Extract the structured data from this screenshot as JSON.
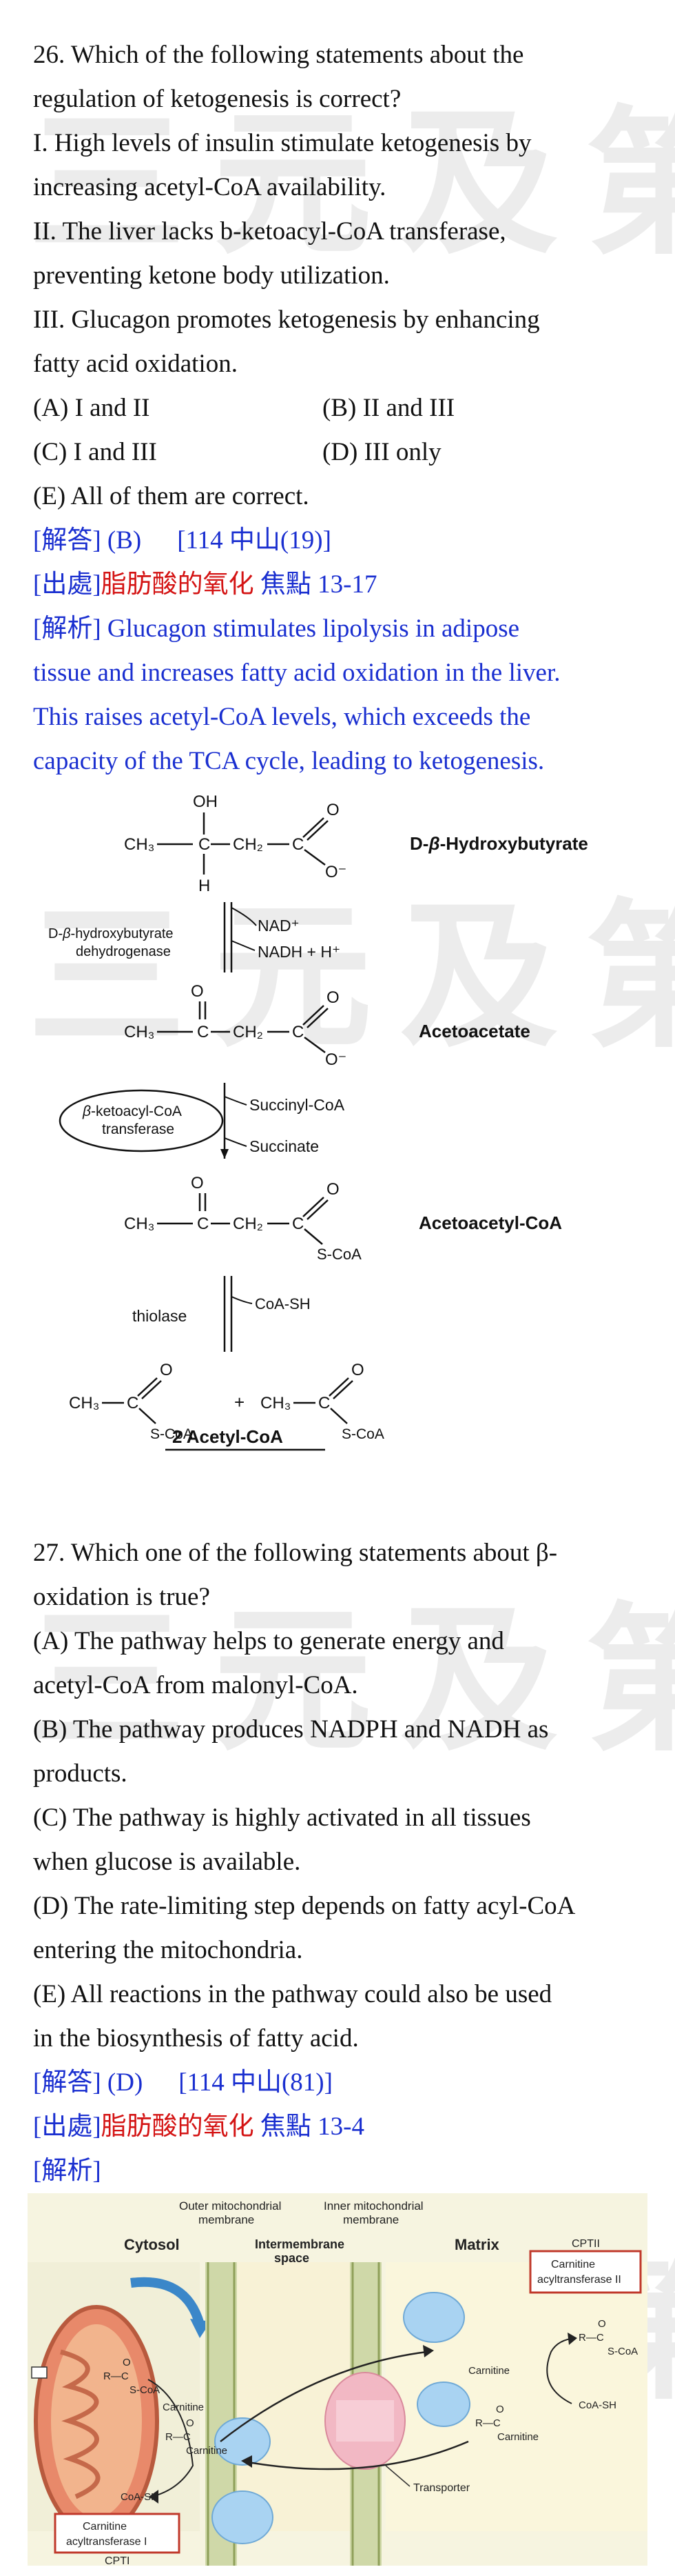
{
  "watermark": "三元及第",
  "q26": {
    "stem_line1": "26. Which of the following statements about the",
    "stem_line2": "regulation of ketogenesis is correct?",
    "s1_line1": "I. High levels of insulin stimulate ketogenesis by",
    "s1_line2": "increasing acetyl-CoA availability.",
    "s2_line1": "II. The liver lacks b-ketoacyl-CoA transferase,",
    "s2_line2": "preventing ketone body utilization.",
    "s3_line1": "III. Glucagon promotes ketogenesis by enhancing",
    "s3_line2": "fatty acid oxidation.",
    "opt_a": "(A) I and II",
    "opt_b": "(B) II and III",
    "opt_c": "(C) I and III",
    "opt_d": "(D) III only",
    "opt_e": "(E) All of them are correct.",
    "answer_tag": "[解答]",
    "answer": "(B)",
    "ref": "[114 中山(19)]",
    "source_tag": "[出處]",
    "source_topic": "脂肪酸的氧化",
    "source_point": "焦點 13-17",
    "expl_tag": "[解析]",
    "expl_line1": " Glucagon stimulates lipolysis in adipose",
    "expl_line2": "tissue and increases fatty acid oxidation in the liver.",
    "expl_line3": "This raises acetyl-CoA levels, which exceeds the",
    "expl_line4": "capacity of the TCA cycle, leading to ketogenesis."
  },
  "ketone_figure": {
    "oh": "OH",
    "h": "H",
    "o": "O",
    "o_minus": "O⁻",
    "ch3": "CH₃",
    "ch2": "CH₂",
    "c": "C",
    "s_coa": "S-CoA",
    "d_prefix": "D-",
    "beta": "β",
    "compound1_rest": "-Hydroxybutyrate",
    "enzyme1_line1_rest": "-hydroxybutyrate",
    "enzyme1_line2": "dehydrogenase",
    "nad_plus": "NAD⁺",
    "nadh": "NADH + H⁺",
    "compound2": "Acetoacetate",
    "enzyme2_line1_rest": "-ketoacyl-CoA",
    "enzyme2_line2": "transferase",
    "succinyl_coa": "Succinyl-CoA",
    "succinate": "Succinate",
    "compound3": "Acetoacetyl-CoA",
    "enzyme3": "thiolase",
    "coash": "CoA-SH",
    "plus": "+",
    "compound4": "2 Acetyl-CoA"
  },
  "q27": {
    "stem_line1": "27. Which one of the following statements about β-",
    "stem_line2": "oxidation is true?",
    "a_line1": "(A) The pathway helps to generate energy and",
    "a_line2": "acetyl-CoA from malonyl-CoA.",
    "b_line1": "(B) The pathway produces NADPH and NADH as",
    "b_line2": "products.",
    "c_line1": "(C) The pathway is highly activated in all tissues",
    "c_line2": "when glucose is available.",
    "d_line1": "(D) The rate-limiting step depends on fatty acyl-CoA",
    "d_line2": "entering the mitochondria.",
    "e_line1": "(E) All reactions in the pathway could also be used",
    "e_line2": "in the biosynthesis of fatty acid.",
    "answer_tag": "[解答]",
    "answer": "(D)",
    "ref": "[114 中山(81)]",
    "source_tag": "[出處]",
    "source_topic": "脂肪酸的氧化",
    "source_point": "焦點 13-4",
    "expl_tag": "[解析]"
  },
  "carnitine_figure": {
    "outer_line1": "Outer mitochondrial",
    "outer_line2": "membrane",
    "inner_line1": "Inner mitochondrial",
    "inner_line2": "membrane",
    "cytosol": "Cytosol",
    "intermembrane_line1": "Intermembrane",
    "intermembrane_line2": "space",
    "matrix": "Matrix",
    "cptii": "CPTII",
    "cat2_line1": "Carnitine",
    "cat2_line2": "acyltransferase II",
    "carnitine": "Carnitine",
    "r_c": "R—C",
    "o": "O",
    "s_coa": "S-CoA",
    "coa_sh": "CoA-SH",
    "transporter": "Transporter",
    "cat1_line1": "Carnitine",
    "cat1_line2": "acyltransferase I",
    "cpti": "CPTI"
  }
}
